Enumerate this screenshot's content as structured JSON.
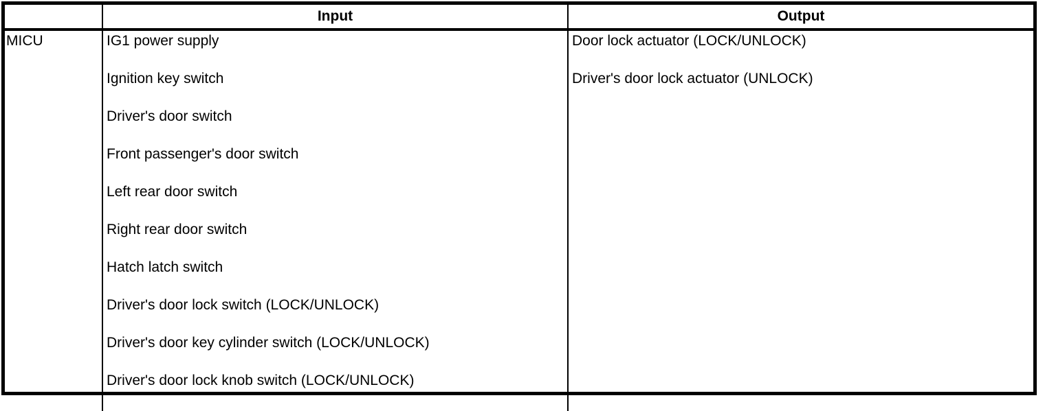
{
  "table": {
    "header": {
      "corner": "",
      "input": "Input",
      "output": "Output"
    },
    "row": {
      "unit": "MICU",
      "inputs": [
        "IG1 power supply",
        "Ignition key switch",
        "Driver's door switch",
        "Front passenger's door switch",
        "Left rear door switch",
        "Right rear door switch",
        "Hatch latch switch",
        "Driver's door lock switch (LOCK/UNLOCK)",
        "Driver's door key cylinder switch (LOCK/UNLOCK)",
        "Driver's door lock knob switch (LOCK/UNLOCK)"
      ],
      "outputs": [
        "Door lock actuator (LOCK/UNLOCK)",
        "Driver's door lock actuator (UNLOCK)"
      ]
    }
  },
  "colors": {
    "border": "#000000",
    "text": "#000000",
    "background": "#ffffff"
  }
}
